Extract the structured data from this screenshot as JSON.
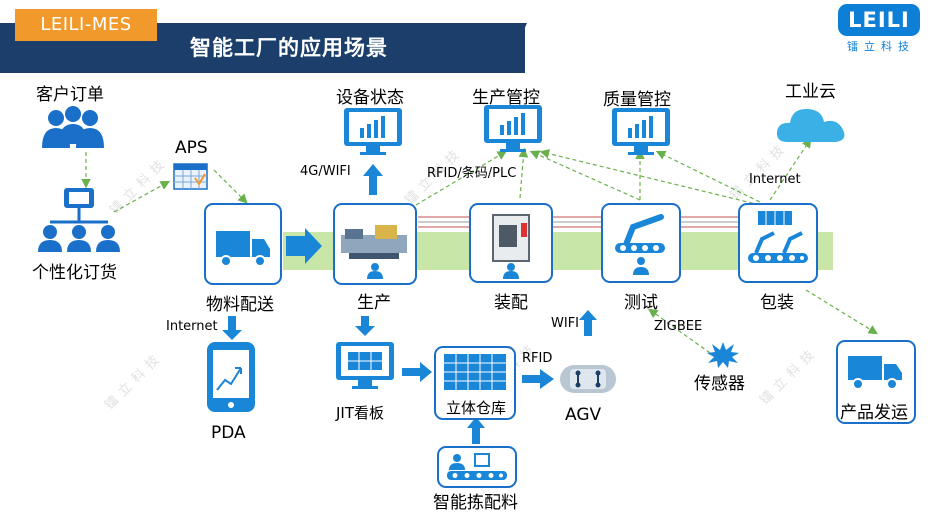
{
  "header": {
    "badge": "LEILI-MES",
    "title": "智能工厂的应用场景"
  },
  "logo": {
    "text": "LEILI",
    "subtitle": "镭立科技"
  },
  "watermark": "镭立科技",
  "nodes": {
    "customer_order": "客户订单",
    "personalized_order": "个性化订货",
    "aps": "APS",
    "material_delivery": "物料配送",
    "production": "生产",
    "assembly": "装配",
    "testing": "测试",
    "packaging": "包装",
    "device_status": "设备状态",
    "production_control": "生产管控",
    "quality_control": "质量管控",
    "industrial_cloud": "工业云",
    "pda": "PDA",
    "jit_board": "JIT看板",
    "warehouse": "立体仓库",
    "agv": "AGV",
    "sensor": "传感器",
    "product_shipping": "产品发运",
    "smart_picking": "智能拣配料"
  },
  "links": {
    "g4_wifi": "4G/WIFI",
    "rfid_barcode_plc": "RFID/条码/PLC",
    "internet_top": "Internet",
    "internet_left": "Internet",
    "wifi": "WIFI",
    "zigbee": "ZIGBEE",
    "rfid": "RFID"
  },
  "colors": {
    "header": "#1b3f6a",
    "badge": "#f2992b",
    "accent": "#1a6fc8",
    "flow": "#c8e6a8",
    "dashed": "#6ab04c",
    "cloud": "#3ab0e6"
  }
}
